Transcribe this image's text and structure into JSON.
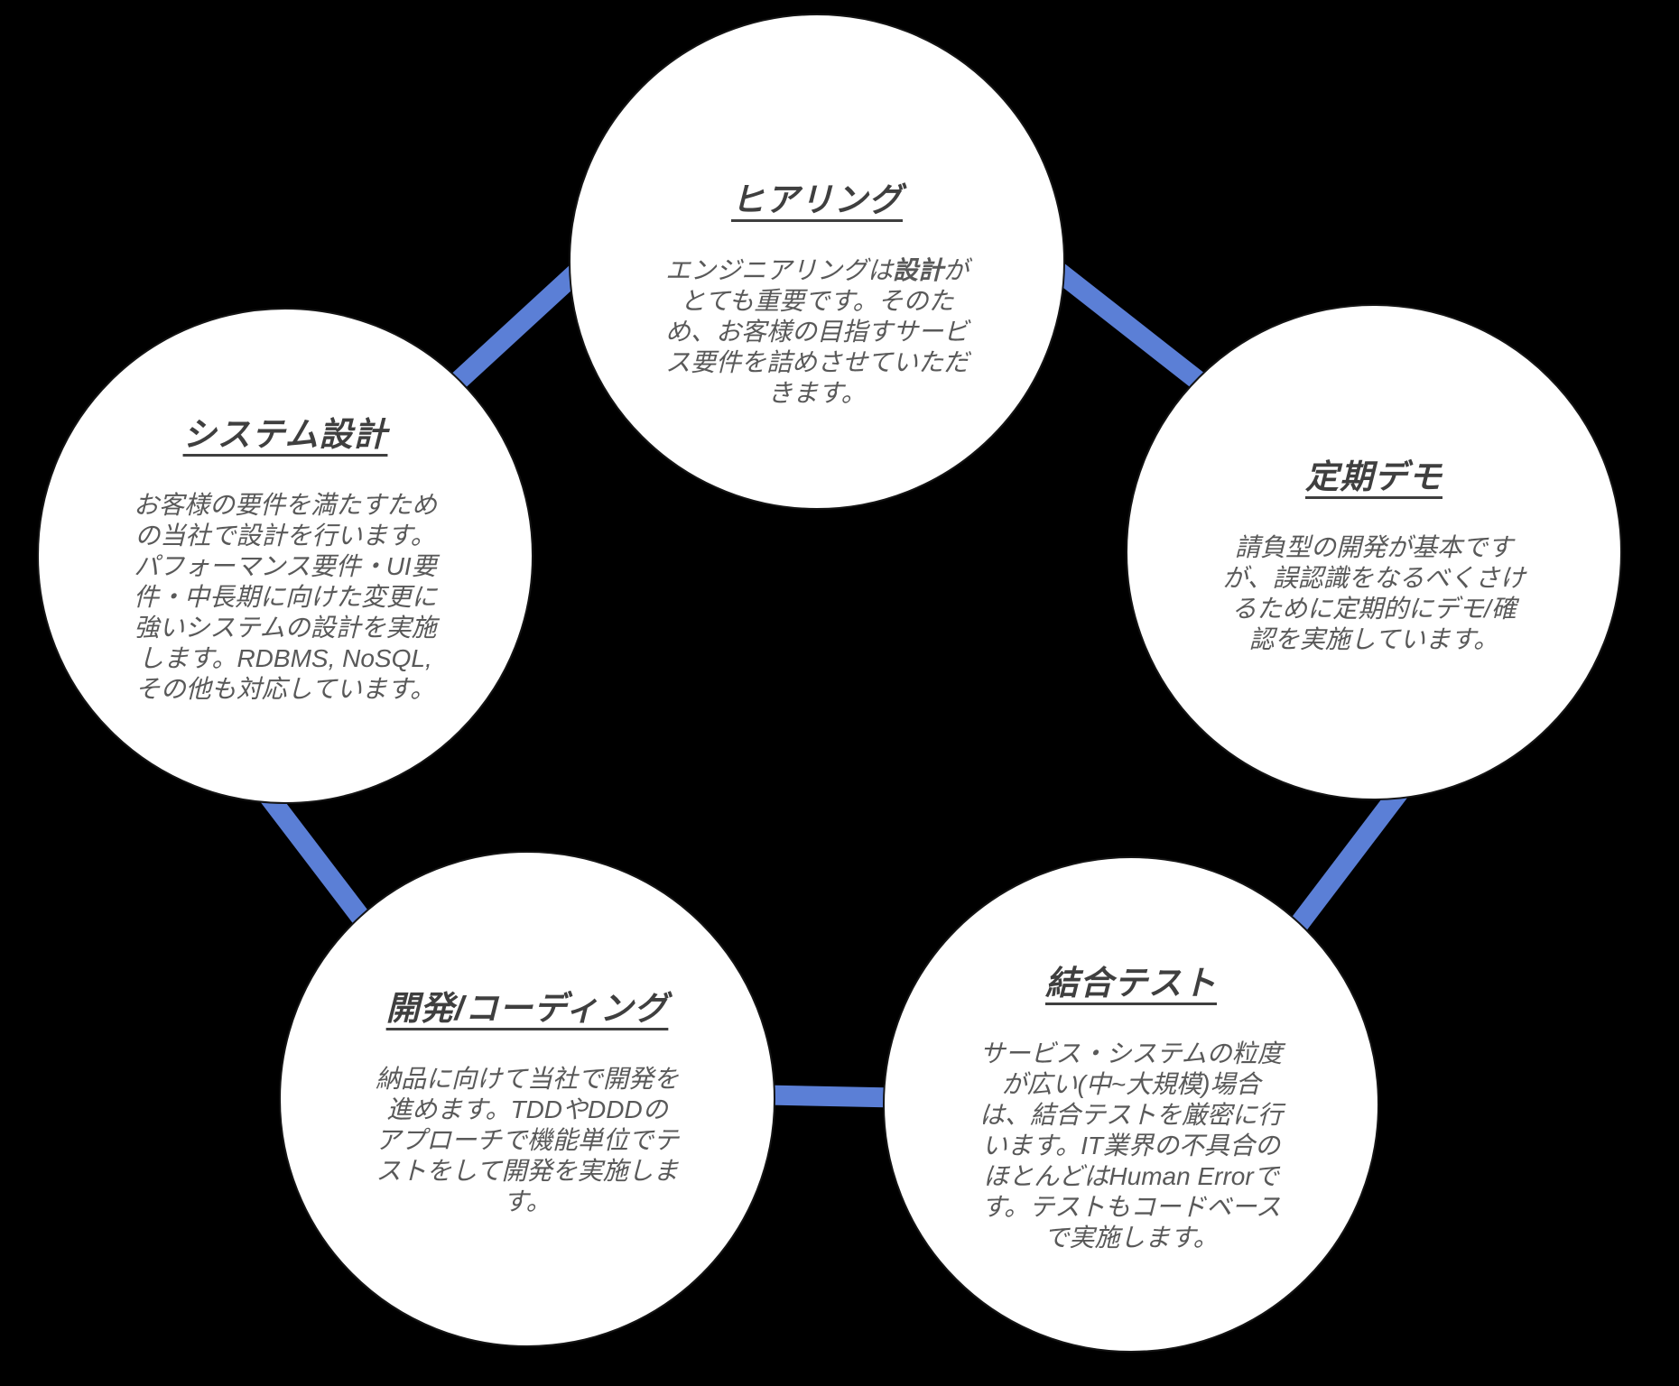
{
  "diagram": {
    "type": "cycle",
    "connector_color": "#5B7FD6",
    "circle_fill": "#FFFFFF",
    "circle_border_color": "#141414",
    "title_color": "#3F3F3F",
    "body_color": "#595959",
    "background_color": "#000000"
  },
  "nodes": [
    {
      "id": "hearing",
      "title": "ヒアリング",
      "body_prefix": "エンジニアリングは",
      "body_bold": "設計",
      "body_suffix": "が\nとても重要です。そのた\nめ、お客様の目指すサービ\nス要件を詰めさせていただ\nきます。"
    },
    {
      "id": "regular-demo",
      "title": "定期デモ",
      "body": "請負型の開発が基本です\nが、誤認識をなるべくさけ\nるために定期的にデモ/確\n認を実施しています。"
    },
    {
      "id": "integration-test",
      "title": "結合テスト",
      "body": "サービス・システムの粒度\nが広い(中~大規模)場合\nは、結合テストを厳密に行\nいます。IT業界の不具合の\nほとんどはHuman Errorで\nす。テストもコードベース\nで実施します。"
    },
    {
      "id": "development-coding",
      "title": "開発/コーディング",
      "body": "納品に向けて当社で開発を\n進めます。TDDやDDDの\nアプローチで機能単位でテ\nストをして開発を実施しま\nす。"
    },
    {
      "id": "system-design",
      "title": "システム設計",
      "body": "お客様の要件を満たすため\nの当社で設計を行います。\nパフォーマンス要件・UI要\n件・中長期に向けた変更に\n強いシステムの設計を実施\nします。RDBMS, NoSQL,\nその他も対応しています。"
    }
  ]
}
